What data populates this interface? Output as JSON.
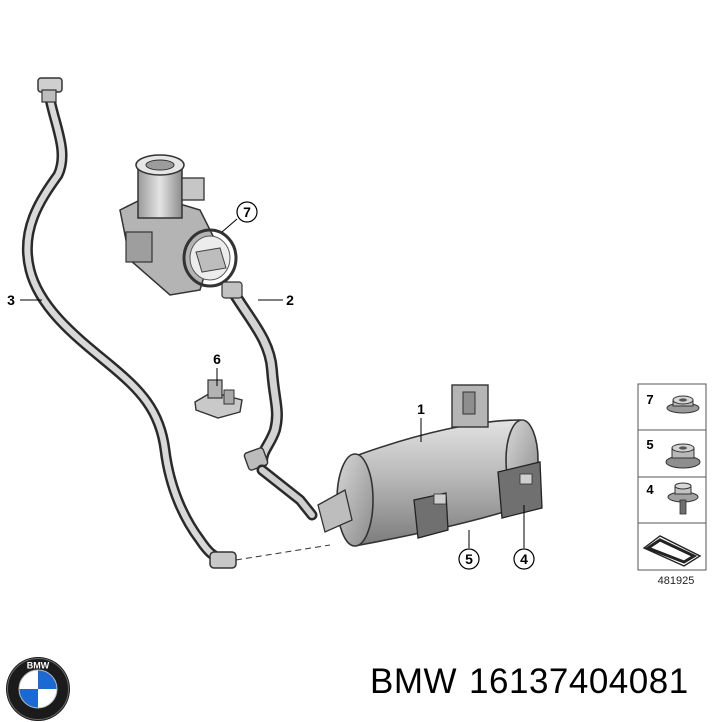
{
  "callouts": {
    "c1": "1",
    "c2": "2",
    "c3": "3",
    "c4": "4",
    "c5": "5",
    "c6": "6",
    "c7": "7"
  },
  "legend": {
    "items": [
      "7",
      "5",
      "4"
    ],
    "figure_number": "481925"
  },
  "caption": {
    "brand": "BMW",
    "part_number": "16137404081"
  },
  "colors": {
    "hose": "#3c3c3c",
    "canister": "#b8b8b8",
    "bmw_blue": "#1c69d4"
  }
}
